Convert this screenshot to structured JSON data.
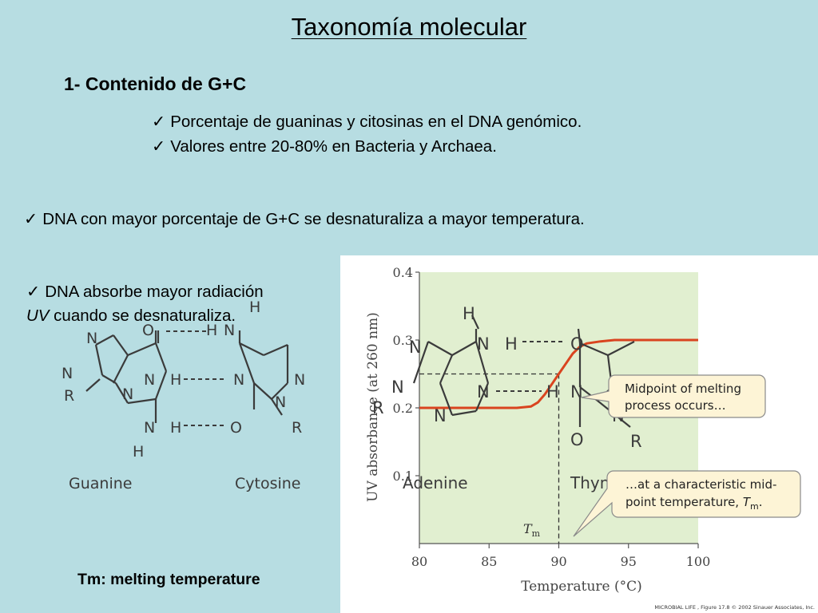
{
  "slide": {
    "title": "Taxonomía molecular",
    "section_heading": "1- Contenido de G+C",
    "bullets_section": [
      "Porcentaje de guaninas y citosinas en el DNA genómico.",
      "Valores entre 20-80% en Bacteria y Archaea."
    ],
    "bullet_denature": "DNA con mayor porcentaje de G+C se desnaturaliza a mayor temperatura.",
    "bullet_uv_line1": "DNA absorbe mayor radiación",
    "bullet_uv_line2_italic": "UV",
    "bullet_uv_line2_rest": " cuando se desnaturaliza.",
    "check_symbol": "✓",
    "caption": "Tm: melting temperature"
  },
  "gc_pair": {
    "guanine_label": "Guanine",
    "cytosine_label": "Cytosine"
  },
  "at_pair": {
    "adenine_label": "Adenine",
    "thymine_label": "Thymine"
  },
  "figure": {
    "callout_1_line1": "Midpoint of melting",
    "callout_1_line2": "process occurs…",
    "callout_2_line1": "…at a characteristic mid-",
    "callout_2_line2": "point temperature, ",
    "callout_2_tm": "T",
    "callout_2_sub": "m",
    "tm_marker": "T",
    "tm_marker_sub": "m",
    "credit": "MICROBIAL LIFE , Figure 17.8  © 2002 Sinauer Associates, Inc.",
    "colors": {
      "curve": "#d9441f",
      "plot_bg": "#e1efd0",
      "callout_fill": "#fdf4d6"
    }
  },
  "chart_data": {
    "type": "line",
    "xlabel": "Temperature (°C)",
    "ylabel": "UV absorbance (at 260 nm)",
    "xlim": [
      80,
      100
    ],
    "ylim": [
      0.0,
      0.4
    ],
    "x_ticks": [
      80,
      85,
      90,
      95,
      100
    ],
    "y_ticks": [
      0.1,
      0.2,
      0.3,
      0.4
    ],
    "x_tick_labels": [
      "80",
      "85",
      "90",
      "95",
      "100"
    ],
    "y_tick_labels": [
      "0.1",
      "0.2",
      "0.3",
      "0.4"
    ],
    "tm": 90,
    "series": [
      {
        "x": [
          80,
          82,
          84,
          86,
          87,
          88,
          88.5,
          89,
          89.5,
          90,
          90.5,
          91,
          91.5,
          92,
          93,
          94,
          96,
          98,
          100
        ],
        "y": [
          0.2,
          0.2,
          0.2,
          0.2,
          0.2,
          0.202,
          0.208,
          0.22,
          0.235,
          0.25,
          0.265,
          0.28,
          0.29,
          0.295,
          0.298,
          0.3,
          0.3,
          0.3,
          0.3
        ]
      }
    ],
    "grid": false,
    "legend": "none"
  }
}
